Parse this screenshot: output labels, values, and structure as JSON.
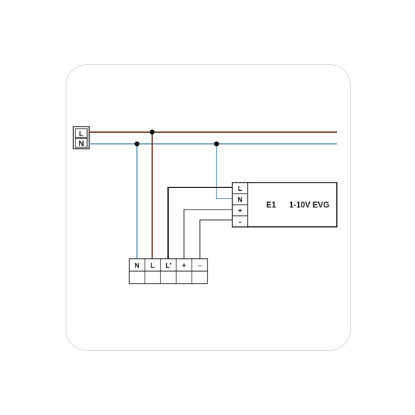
{
  "supply_terminal": {
    "line": "L",
    "neutral": "N"
  },
  "ballast": {
    "terminals": [
      "L",
      "N",
      "+",
      "-"
    ],
    "id": "E1",
    "type": "1-10V EVG"
  },
  "switch_terminals": [
    "N",
    "L",
    "L'",
    "+",
    "–"
  ],
  "colors": {
    "live_wire": "#7a4a30",
    "neutral_wire": "#7aa7c4",
    "control_wire": "#111111",
    "card_border": "#d4d4d4"
  }
}
